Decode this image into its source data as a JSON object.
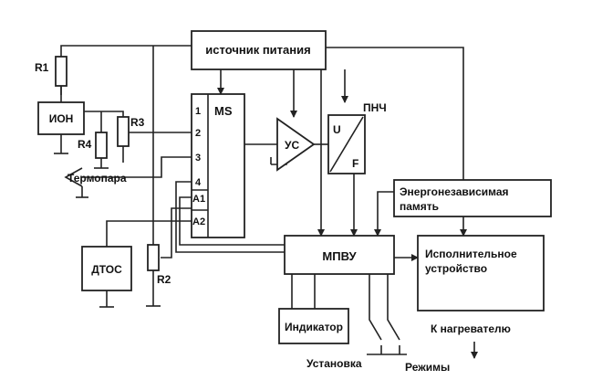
{
  "diagram": {
    "blocks": {
      "power_source": "источник питания",
      "ion": "ИОН",
      "ms": "MS",
      "amplifier": "УС",
      "pnch": "ПНЧ",
      "u_label": "U",
      "f_label": "F",
      "memory": "Энергонезависимая память",
      "mpvu": "МПВУ",
      "actuator": "Исполнительное устройство",
      "indicator": "Индикатор",
      "dtos": "ДТОС"
    },
    "ms_pins": [
      "1",
      "2",
      "3",
      "4",
      "A1",
      "A2"
    ],
    "components": {
      "r1": "R1",
      "r2": "R2",
      "r3": "R3",
      "r4": "R4"
    },
    "labels": {
      "thermocouple": "Термопара",
      "to_heater": "К нагревателю",
      "setup": "Установка",
      "modes": "Режимы"
    }
  }
}
